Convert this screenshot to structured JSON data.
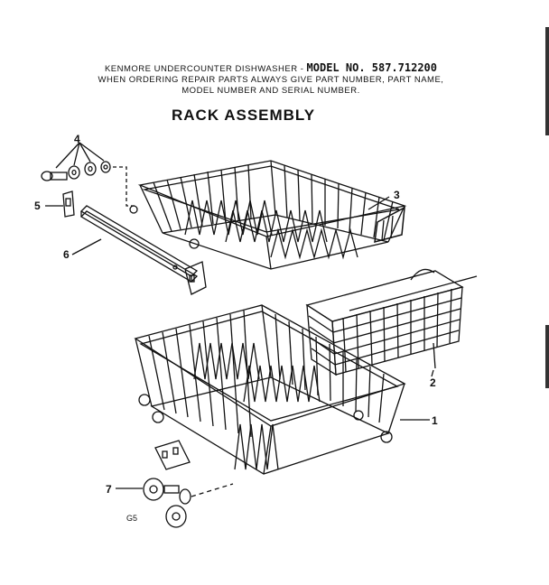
{
  "header": {
    "line1_prefix": "KENMORE UNDERCOUNTER DISHWASHER - ",
    "line1_model": "MODEL NO. 587.712200",
    "line2": "WHEN ORDERING REPAIR PARTS ALWAYS GIVE PART NUMBER, PART NAME,",
    "line3": "MODEL NUMBER AND SERIAL NUMBER."
  },
  "title": "RACK ASSEMBLY",
  "callouts": [
    "1",
    "2",
    "3",
    "4",
    "5",
    "6",
    "7"
  ],
  "page_code": "G5"
}
